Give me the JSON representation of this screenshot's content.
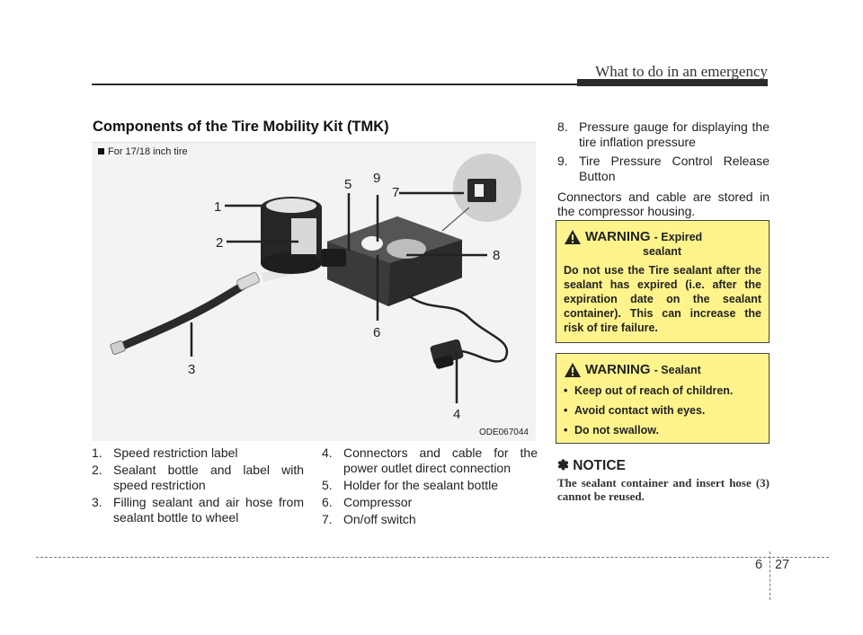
{
  "header": {
    "title": "What to do in an emergency"
  },
  "section_title": "Components of the Tire Mobility Kit (TMK)",
  "figure": {
    "caption": "For 17/18 inch tire",
    "code": "ODE067044",
    "callouts": [
      "1",
      "2",
      "3",
      "4",
      "5",
      "6",
      "7",
      "8",
      "9"
    ]
  },
  "left_list": [
    {
      "num": "1.",
      "text": "Speed restriction label"
    },
    {
      "num": "2.",
      "text": "Sealant bottle and label with speed restriction"
    },
    {
      "num": "3.",
      "text": "Filling sealant and air hose from sealant bottle to wheel"
    }
  ],
  "mid_list": [
    {
      "num": "4.",
      "text": "Connectors and cable for the power outlet direct connection"
    },
    {
      "num": "5.",
      "text": "Holder for the sealant bottle"
    },
    {
      "num": "6.",
      "text": "Compressor"
    },
    {
      "num": "7.",
      "text": "On/off switch"
    }
  ],
  "right_list": [
    {
      "num": "8.",
      "text": "Pressure gauge for displaying the tire inflation pressure"
    },
    {
      "num": "9.",
      "text": "Tire Pressure Control Release Button"
    }
  ],
  "connectors_note": "Connectors and cable are stored in the compressor housing.",
  "warning1": {
    "word": "WARNING",
    "subtitle_a": "- Expired",
    "subtitle_b": "sealant",
    "body": "Do not use the Tire sealant after the sealant has expired (i.e. after the expiration date on the sealant container). This can increase the risk of tire failure."
  },
  "warning2": {
    "word": "WARNING",
    "subtitle": "- Sealant",
    "bullets": [
      "Keep out of reach of children.",
      "Avoid contact with eyes.",
      "Do not swallow."
    ]
  },
  "notice": {
    "title": "✽ NOTICE",
    "body": "The sealant container and insert hose (3) cannot be reused."
  },
  "footer": {
    "chapter": "6",
    "page": "27"
  },
  "colors": {
    "warning_bg": "#fff48c",
    "rule": "#2b2b2b"
  }
}
